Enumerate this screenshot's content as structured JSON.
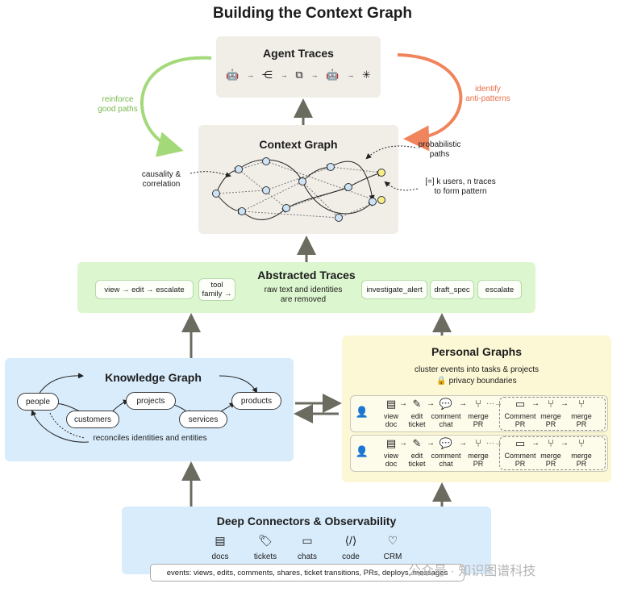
{
  "title": "Building the Context Graph",
  "agent_traces": {
    "title": "Agent Traces"
  },
  "context_graph": {
    "title": "Context Graph",
    "annotations": {
      "causality": "causality &\ncorrelation",
      "probabilistic": "probabilistic\npaths",
      "k_users": "[=] k users, n traces\nto form pattern"
    }
  },
  "loop_labels": {
    "reinforce": "reinforce\ngood paths",
    "identify": "identify\nanti-patterns"
  },
  "abstracted_traces": {
    "title": "Abstracted Traces",
    "chip_view_edit": "view → edit → escalate",
    "chip_tool_family": "tool\nfamily →",
    "note": "raw text and identities\nare removed",
    "chip_investigate": "investigate_alert",
    "chip_draft": "draft_spec",
    "chip_escalate": "escalate"
  },
  "knowledge_graph": {
    "title": "Knowledge Graph",
    "nodes": {
      "people": "people",
      "customers": "customers",
      "projects": "projects",
      "services": "services",
      "products": "products"
    },
    "note": "reconciles identities and entities"
  },
  "personal_graphs": {
    "title": "Personal Graphs",
    "subtitle": "cluster events into tasks & projects",
    "privacy": "privacy boundaries",
    "rows": [
      {
        "steps": [
          "view\ndoc",
          "edit\nticket",
          "comment\nchat",
          "merge\nPR"
        ],
        "sub_steps": [
          "Comment\nPR",
          "merge\nPR",
          "merge\nPR"
        ]
      },
      {
        "steps": [
          "view\ndoc",
          "edit\nticket",
          "comment\nchat",
          "merge\nPR"
        ],
        "sub_steps": [
          "Comment\nPR",
          "merge\nPR",
          "merge\nPR"
        ]
      }
    ]
  },
  "deep_connectors": {
    "title": "Deep Connectors & Observability",
    "connectors": [
      "docs",
      "tickets",
      "chats",
      "code",
      "CRM"
    ],
    "events": "events: views, edits, comments, shares, ticket transitions, PRs, deploys, messages"
  },
  "watermark": "公众号 · 知识图谱科技",
  "colors": {
    "green_arrow": "#a4d97a",
    "orange_arrow": "#f0845c",
    "green_text": "#76b94a",
    "orange_text": "#e8704a"
  }
}
